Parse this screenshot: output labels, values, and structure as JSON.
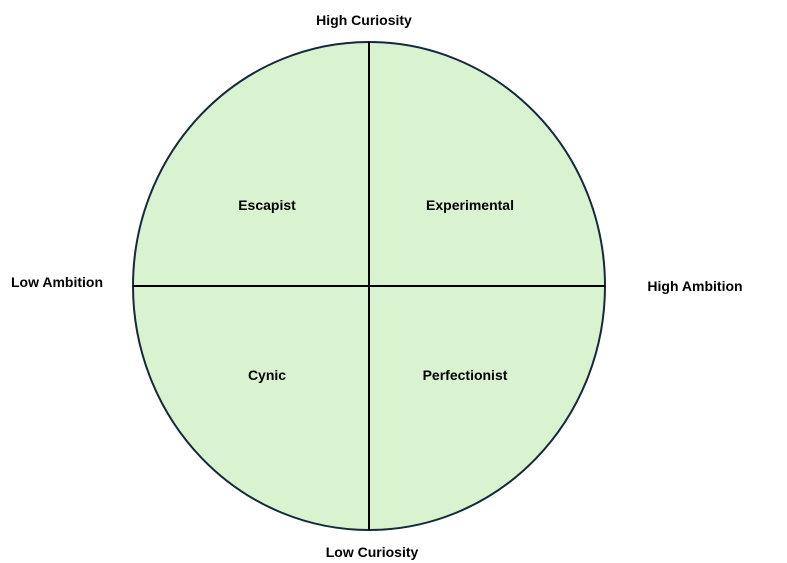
{
  "axes": {
    "top": "High Curiosity",
    "bottom": "Low Curiosity",
    "left": "Low Ambition",
    "right": "High Ambition"
  },
  "quadrants": {
    "top_left": "Escapist",
    "top_right": "Experimental",
    "bottom_left": "Cynic",
    "bottom_right": "Perfectionist"
  },
  "colors": {
    "fill": "#d9f2d0",
    "outline": "#13293d",
    "divider": "#000000"
  }
}
